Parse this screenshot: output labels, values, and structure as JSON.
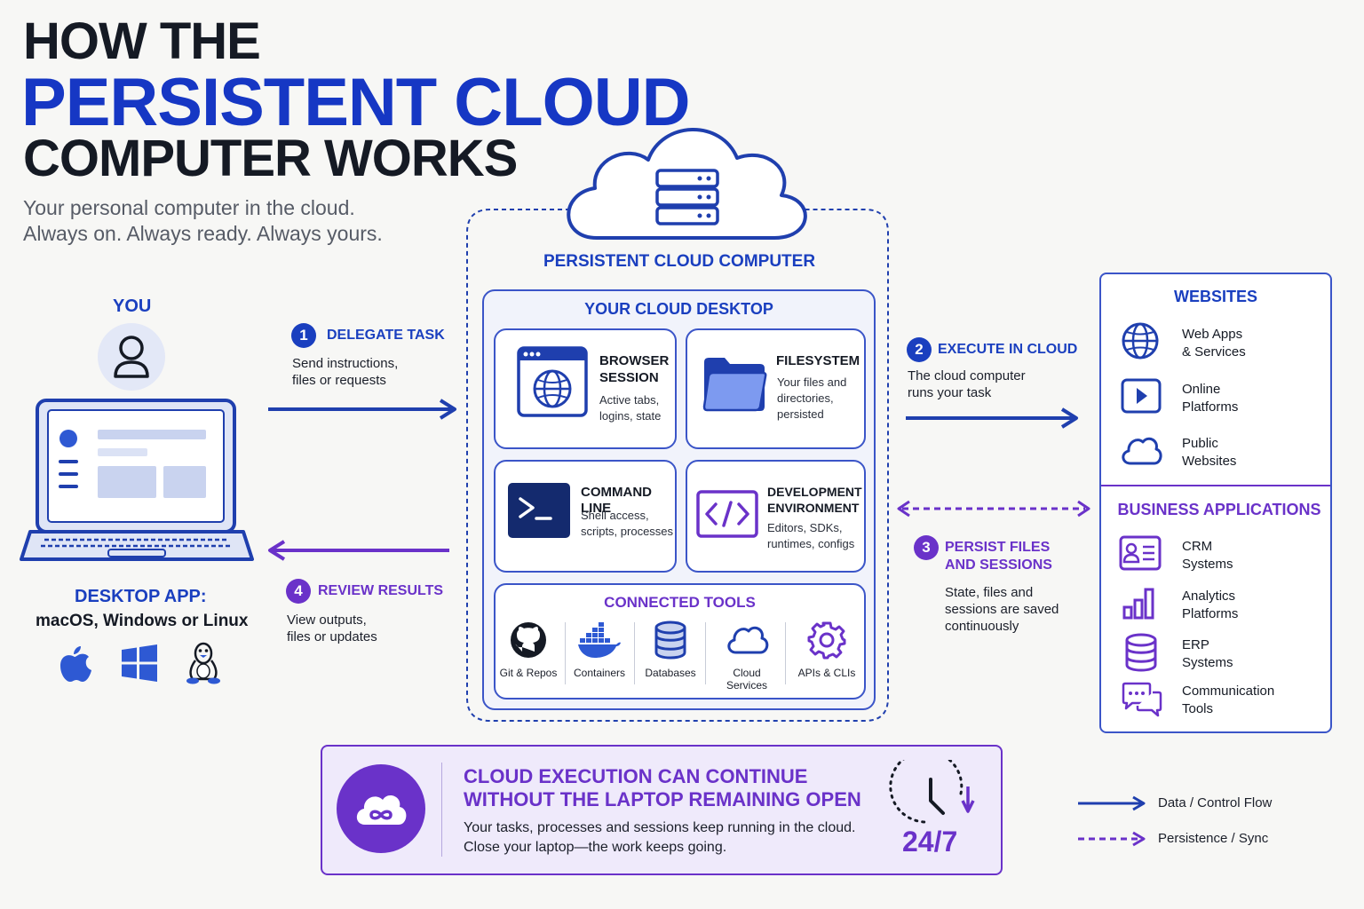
{
  "title": {
    "line1": "HOW THE",
    "line2": "PERSISTENT CLOUD",
    "line3": "COMPUTER WORKS",
    "subtitle_line1": "Your personal computer in the cloud.",
    "subtitle_line2": "Always on. Always ready. Always yours."
  },
  "you": {
    "label": "YOU",
    "app_title": "DESKTOP APP:",
    "app_platforms": "macOS, Windows or Linux",
    "os_icons": [
      "apple-icon",
      "windows-icon",
      "linux-icon"
    ]
  },
  "steps": [
    {
      "number": "1",
      "title": "DELEGATE TASK",
      "desc_line1": "Send instructions,",
      "desc_line2": "files or requests"
    },
    {
      "number": "2",
      "title": "EXECUTE IN CLOUD",
      "desc_line1": "The cloud computer",
      "desc_line2": "runs your task"
    },
    {
      "number": "3",
      "title_line1": "PERSIST FILES",
      "title_line2": "AND SESSIONS",
      "desc_line1": "State, files and",
      "desc_line2": "sessions are saved",
      "desc_line3": "continuously"
    },
    {
      "number": "4",
      "title": "REVIEW RESULTS",
      "desc_line1": "View outputs,",
      "desc_line2": "files or updates"
    }
  ],
  "cloud": {
    "title": "PERSISTENT CLOUD COMPUTER",
    "desktop_title": "YOUR CLOUD DESKTOP",
    "cards": {
      "browser": {
        "title_line1": "BROWSER",
        "title_line2": "SESSION",
        "desc_line1": "Active tabs,",
        "desc_line2": "logins, state"
      },
      "filesystem": {
        "title": "FILESYSTEM",
        "desc_line1": "Your files and",
        "desc_line2": "directories,",
        "desc_line3": "persisted"
      },
      "cli": {
        "title": "COMMAND LINE",
        "desc_line1": "Shell access,",
        "desc_line2": "scripts, processes"
      },
      "devenv": {
        "title_line1": "DEVELOPMENT",
        "title_line2": "ENVIRONMENT",
        "desc_line1": "Editors, SDKs,",
        "desc_line2": "runtimes, configs"
      }
    },
    "tools_title": "CONNECTED TOOLS",
    "tools": [
      {
        "label": "Git & Repos",
        "icon": "github-icon"
      },
      {
        "label": "Containers",
        "icon": "docker-icon"
      },
      {
        "label": "Databases",
        "icon": "database-icon"
      },
      {
        "label": "Cloud Services",
        "icon": "cloud-icon"
      },
      {
        "label": "APIs & CLIs",
        "icon": "gear-icon"
      }
    ]
  },
  "websites": {
    "title": "WEBSITES",
    "items": [
      {
        "line1": "Web Apps",
        "line2": "& Services",
        "icon": "globe-icon"
      },
      {
        "line1": "Online",
        "line2": "Platforms",
        "icon": "play-icon"
      },
      {
        "line1": "Public",
        "line2": "Websites",
        "icon": "cloud-icon"
      }
    ]
  },
  "business": {
    "title": "BUSINESS APPLICATIONS",
    "items": [
      {
        "line1": "CRM",
        "line2": "Systems",
        "icon": "contact-card-icon"
      },
      {
        "line1": "Analytics",
        "line2": "Platforms",
        "icon": "bar-chart-icon"
      },
      {
        "line1": "ERP",
        "line2": "Systems",
        "icon": "database-icon"
      },
      {
        "line1": "Communication",
        "line2": "Tools",
        "icon": "chat-icon"
      }
    ]
  },
  "banner": {
    "title_line1": "CLOUD EXECUTION CAN CONTINUE",
    "title_line2": "WITHOUT THE LAPTOP REMAINING OPEN",
    "desc_line1": "Your tasks, processes and sessions keep running in the cloud.",
    "desc_line2": "Close your laptop—the work keeps going.",
    "badge": "24/7"
  },
  "legend": {
    "solid": "Data / Control Flow",
    "dashed": "Persistence / Sync"
  },
  "colors": {
    "blue": "#1a3fbf",
    "purple": "#6a32c9",
    "dark": "#151a24"
  }
}
